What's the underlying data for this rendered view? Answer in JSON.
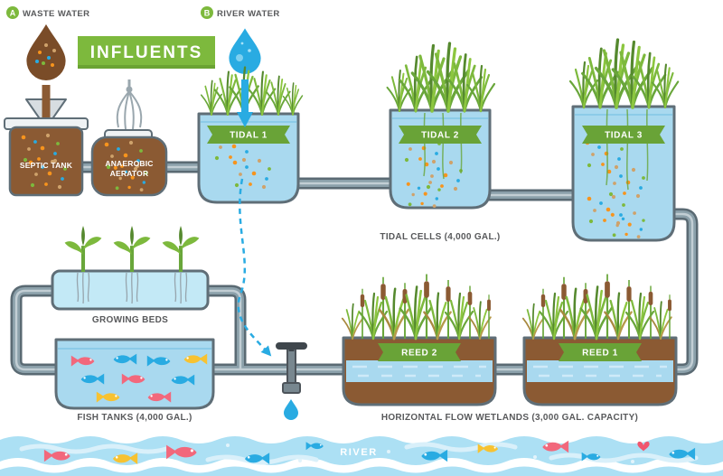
{
  "legend": {
    "waste": {
      "badge": "A",
      "label": "WASTE WATER"
    },
    "river": {
      "badge": "B",
      "label": "RIVER WATER"
    }
  },
  "banner": {
    "influents": "INFLUENTS"
  },
  "pretreatment": {
    "septic_label": "SEPTIC TANK",
    "anaerobic_line1": "ANAEROBIC",
    "anaerobic_line2": "AERATOR"
  },
  "tidal": {
    "cells": [
      {
        "label": "TIDAL 1"
      },
      {
        "label": "TIDAL 2"
      },
      {
        "label": "TIDAL 3"
      }
    ],
    "caption": "TIDAL CELLS (4,000 GAL.)"
  },
  "growing_beds": {
    "caption": "GROWING BEDS"
  },
  "fish_tanks": {
    "caption": "FISH TANKS (4,000 GAL.)"
  },
  "wetlands": {
    "cells": [
      {
        "label": "REED 2"
      },
      {
        "label": "REED 1"
      }
    ],
    "caption": "HORIZONTAL FLOW WETLANDS (3,000 GAL. CAPACITY)"
  },
  "river": {
    "label": "RIVER"
  },
  "colors": {
    "green": "#7db93d",
    "ribbon_green": "#69a337",
    "brown": "#8b5a33",
    "water_blue": "#a9d9ef",
    "accent_blue": "#29abe2",
    "pipe_gray": "#8ba0aa",
    "text_gray": "#58595b",
    "fish_pink": "#f2687c",
    "fish_yellow": "#f7c231"
  }
}
